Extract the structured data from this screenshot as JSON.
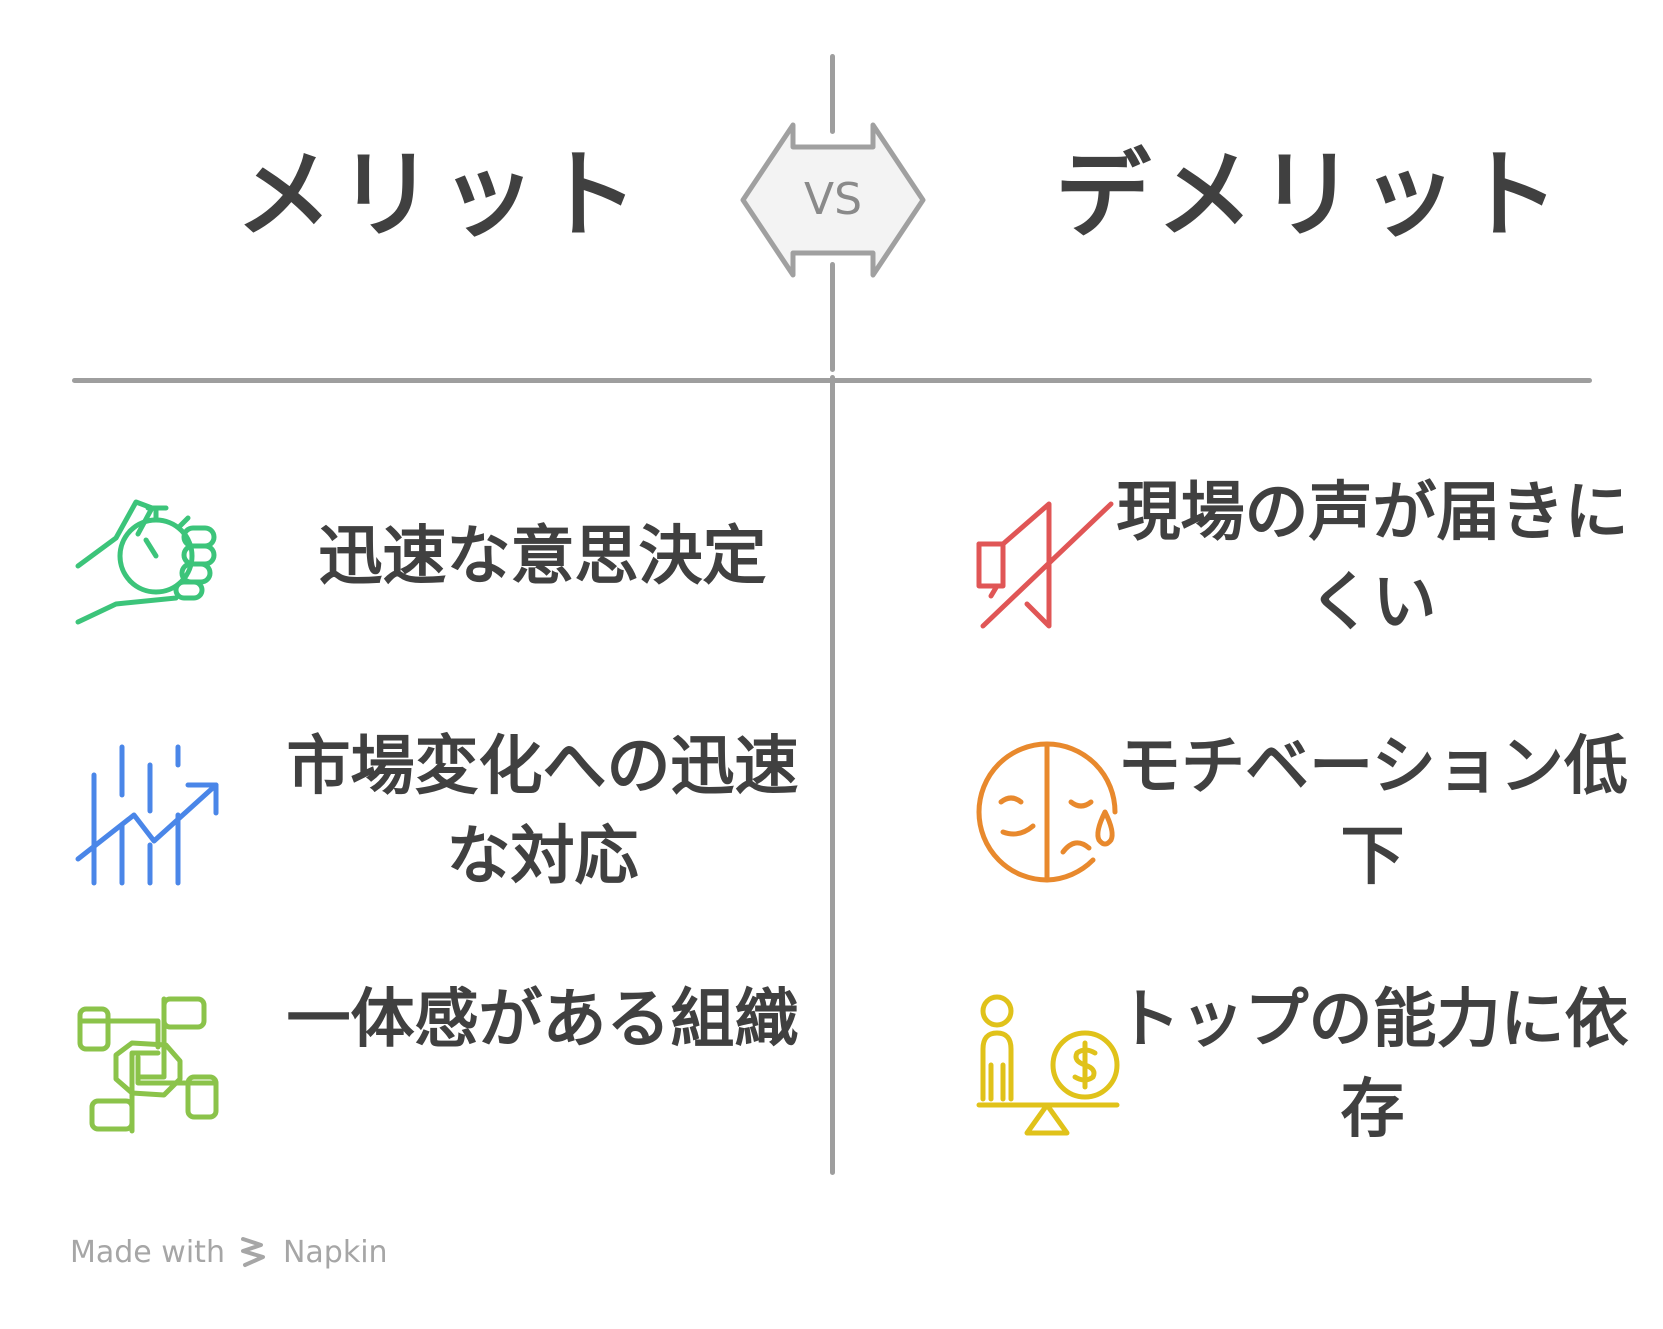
{
  "header": {
    "left_title": "メリット",
    "right_title": "デメリット",
    "vs_label": "VS"
  },
  "merits": [
    {
      "text": "迅速な意思決定",
      "icon": "hand-holding-stopwatch-icon",
      "color": "#3cc47a"
    },
    {
      "text": "市場変化への迅速な対応",
      "icon": "rising-trend-arrow-icon",
      "color": "#4a86e8"
    },
    {
      "text": "一体感がある組織",
      "icon": "interlocked-hands-icon",
      "color": "#8bc34a"
    }
  ],
  "demerits": [
    {
      "text": "現場の声が届きにくい",
      "icon": "muted-speaker-icon",
      "color": "#e05656"
    },
    {
      "text": "モチベーション低下",
      "icon": "sad-face-tear-icon",
      "color": "#e8892d"
    },
    {
      "text": "トップの能力に依存",
      "icon": "person-money-balance-icon",
      "color": "#e0c21a"
    }
  ],
  "footer": {
    "label": "Made with",
    "brand": "Napkin",
    "color": "#a6a6a6"
  }
}
